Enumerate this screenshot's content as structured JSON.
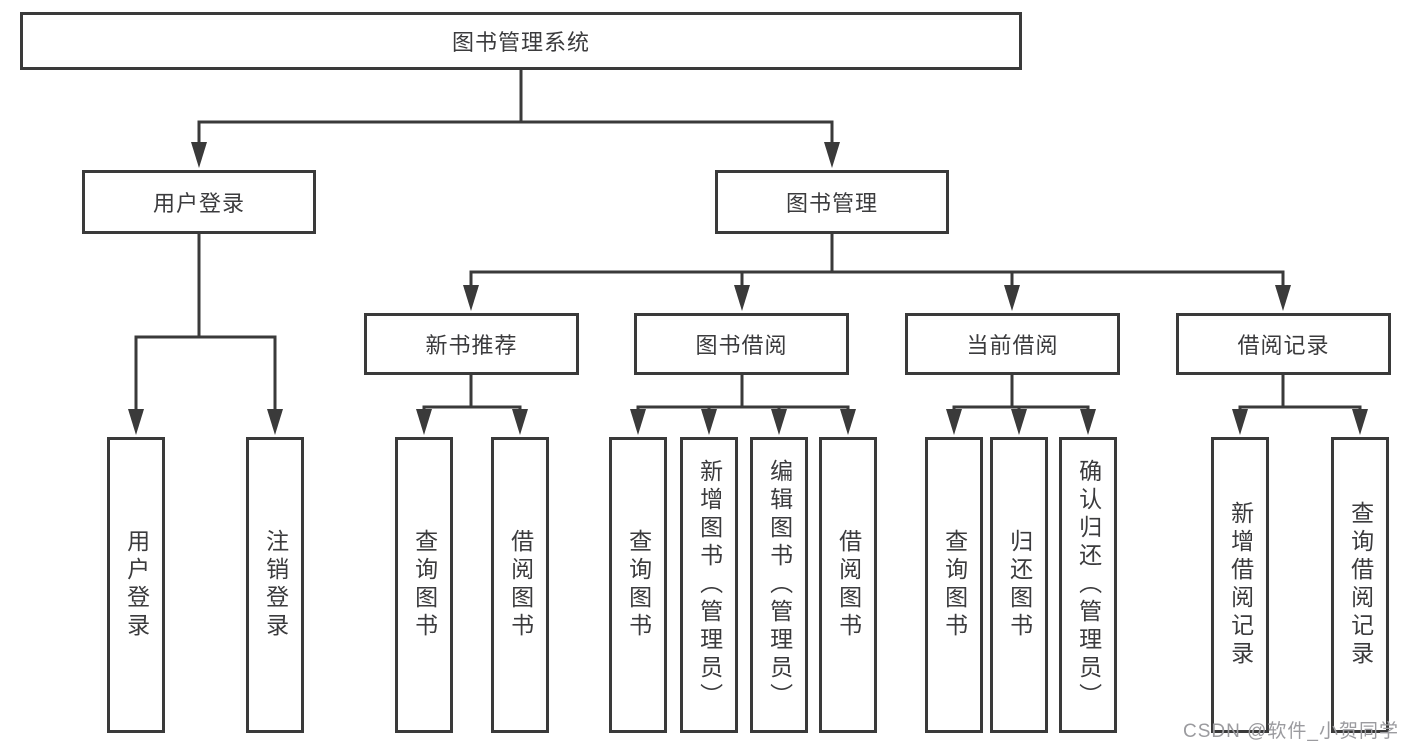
{
  "diagram": {
    "root": {
      "label": "图书管理系统"
    },
    "branches": {
      "user_login": {
        "label": "用户登录",
        "children": {
          "login": "用户登录",
          "logout": "注销登录"
        }
      },
      "book_management": {
        "label": "图书管理",
        "children": {
          "new_book_recommend": {
            "label": "新书推荐",
            "children": {
              "query_books": "查询图书",
              "borrow_books": "借阅图书"
            }
          },
          "book_borrow": {
            "label": "图书借阅",
            "children": {
              "query_books": "查询图书",
              "add_books_admin": "新增图书（管理员）",
              "edit_books_admin": "编辑图书（管理员）",
              "borrow_books": "借阅图书"
            }
          },
          "current_borrow": {
            "label": "当前借阅",
            "children": {
              "query_books": "查询图书",
              "return_books": "归还图书",
              "confirm_return_admin": "确认归还（管理员）"
            }
          },
          "borrow_record": {
            "label": "借阅记录",
            "children": {
              "add_borrow_record": "新增借阅记录",
              "query_borrow_record": "查询借阅记录"
            }
          }
        }
      }
    }
  },
  "watermark": "CSDN @软件_小贺同学",
  "colors": {
    "line": "#3a3a3a",
    "node_text": "#3b3b3d",
    "watermark": "#9b9b9f",
    "background": "#ffffff"
  }
}
